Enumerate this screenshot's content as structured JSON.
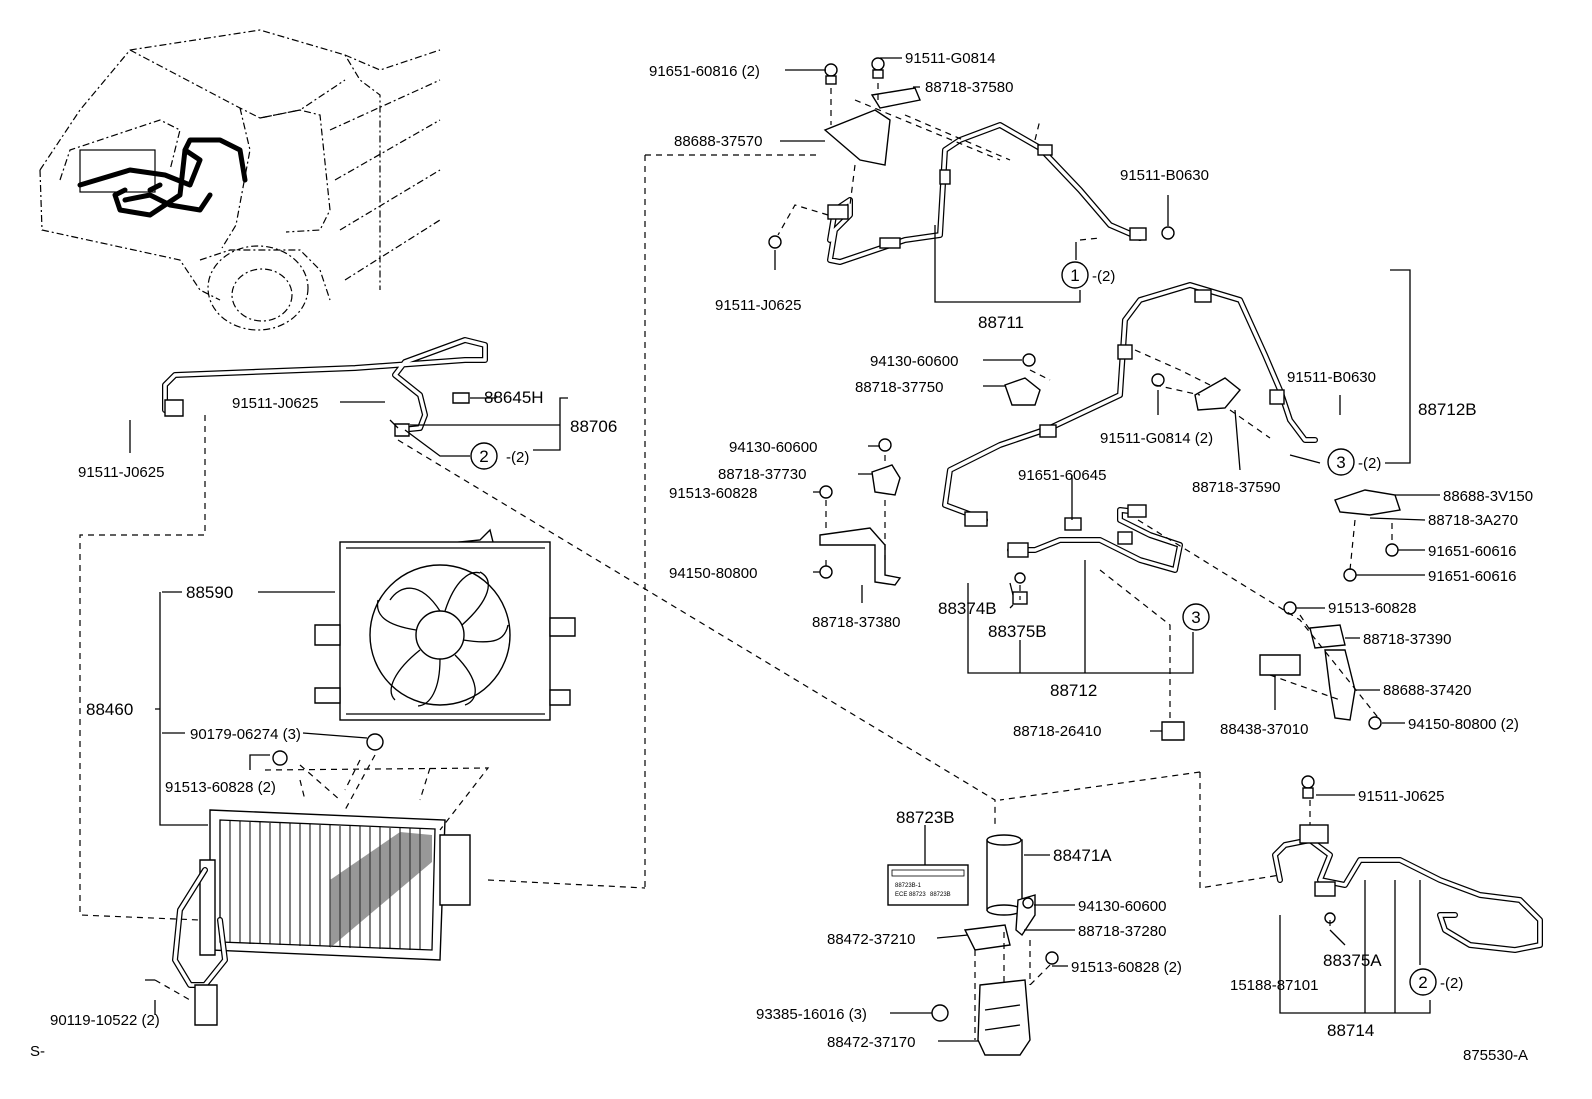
{
  "drawing_id": "875530-A",
  "corner_mark": "S-",
  "callouts": [
    {
      "id": "c1",
      "text": "91651-60816 (2)"
    },
    {
      "id": "c2",
      "text": "91511-G0814"
    },
    {
      "id": "c3",
      "text": "88718-37580"
    },
    {
      "id": "c4",
      "text": "88688-37570"
    },
    {
      "id": "c5",
      "text": "91511-B0630"
    },
    {
      "id": "c6",
      "text": "91511-J0625"
    },
    {
      "id": "c7",
      "text": "-(2)"
    },
    {
      "id": "c8",
      "text": "88711"
    },
    {
      "id": "c9",
      "text": "94130-60600"
    },
    {
      "id": "c10",
      "text": "88718-37750"
    },
    {
      "id": "c11",
      "text": "91511-B0630"
    },
    {
      "id": "c12",
      "text": "88712B"
    },
    {
      "id": "c13",
      "text": "91511-G0814 (2)"
    },
    {
      "id": "c14",
      "text": "-(2)"
    },
    {
      "id": "c15",
      "text": "88718-37590"
    },
    {
      "id": "c16",
      "text": "94130-60600"
    },
    {
      "id": "c17",
      "text": "88718-37730"
    },
    {
      "id": "c18",
      "text": "91513-60828"
    },
    {
      "id": "c19",
      "text": "91651-60645"
    },
    {
      "id": "c20",
      "text": "88688-3V150"
    },
    {
      "id": "c21",
      "text": "88718-3A270"
    },
    {
      "id": "c22",
      "text": "91651-60616"
    },
    {
      "id": "c23",
      "text": "91651-60616"
    },
    {
      "id": "c24",
      "text": "94150-80800"
    },
    {
      "id": "c25",
      "text": "88718-37380"
    },
    {
      "id": "c26",
      "text": "88374B"
    },
    {
      "id": "c27",
      "text": "88375B"
    },
    {
      "id": "c28",
      "text": "88712"
    },
    {
      "id": "c29",
      "text": "91513-60828"
    },
    {
      "id": "c30",
      "text": "88718-37390"
    },
    {
      "id": "c31",
      "text": "88688-37420"
    },
    {
      "id": "c32",
      "text": "88718-26410"
    },
    {
      "id": "c33",
      "text": "88438-37010"
    },
    {
      "id": "c34",
      "text": "94150-80800 (2)"
    },
    {
      "id": "c35",
      "text": "91511-J0625"
    },
    {
      "id": "c36",
      "text": "88645H"
    },
    {
      "id": "c37",
      "text": "88706"
    },
    {
      "id": "c38",
      "text": "-(2)"
    },
    {
      "id": "c39",
      "text": "91511-J0625"
    },
    {
      "id": "c40",
      "text": "88590"
    },
    {
      "id": "c41",
      "text": "88460"
    },
    {
      "id": "c42",
      "text": "90179-06274 (3)"
    },
    {
      "id": "c43",
      "text": "91513-60828 (2)"
    },
    {
      "id": "c44",
      "text": "90119-10522 (2)"
    },
    {
      "id": "c45",
      "text": "88723B"
    },
    {
      "id": "c46",
      "text": "88471A"
    },
    {
      "id": "c47",
      "text": "94130-60600"
    },
    {
      "id": "c48",
      "text": "88472-37210"
    },
    {
      "id": "c49",
      "text": "88718-37280"
    },
    {
      "id": "c50",
      "text": "91513-60828 (2)"
    },
    {
      "id": "c51",
      "text": "93385-16016 (3)"
    },
    {
      "id": "c52",
      "text": "88472-37170"
    },
    {
      "id": "c53",
      "text": "91511-J0625"
    },
    {
      "id": "c54",
      "text": "88375A"
    },
    {
      "id": "c55",
      "text": "15188-87101"
    },
    {
      "id": "c56",
      "text": "-(2)"
    },
    {
      "id": "c57",
      "text": "88714"
    }
  ],
  "circled_refs": [
    {
      "id": "r1",
      "text": "1"
    },
    {
      "id": "r2",
      "text": "3"
    },
    {
      "id": "r3",
      "text": "2"
    },
    {
      "id": "r4",
      "text": "3"
    },
    {
      "id": "r5",
      "text": "2"
    }
  ],
  "label_plate_lines": [
    "88723B-1",
    "ECE 88723",
    "88723B"
  ]
}
